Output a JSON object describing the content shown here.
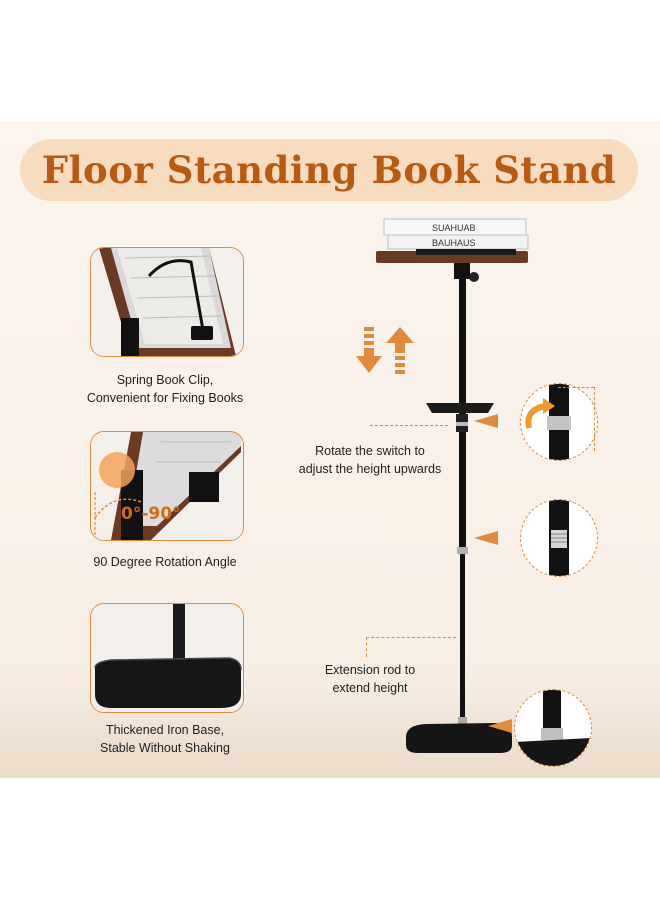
{
  "title": "Floor Standing Book Stand",
  "features": [
    {
      "line1": "Spring Book Clip,",
      "line2": "Convenient for Fixing Books"
    },
    {
      "line1": "90 Degree Rotation Angle",
      "angle_label": "0°-90°"
    },
    {
      "line1": "Thickened Iron Base,",
      "line2": "Stable Without Shaking"
    }
  ],
  "annotations": {
    "rotate": {
      "line1": "Rotate the switch to",
      "line2": "adjust the height upwards"
    },
    "extension": {
      "line1": "Extension rod to",
      "line2": "extend height"
    }
  },
  "books": {
    "top": "SUAHUAB",
    "bottom": "BAUHAUS"
  },
  "colors": {
    "accent": "#e08a3c",
    "title": "#b85a12",
    "banner": "#f7dcc0",
    "wood": "#6b3a22",
    "metal": "#111111"
  }
}
